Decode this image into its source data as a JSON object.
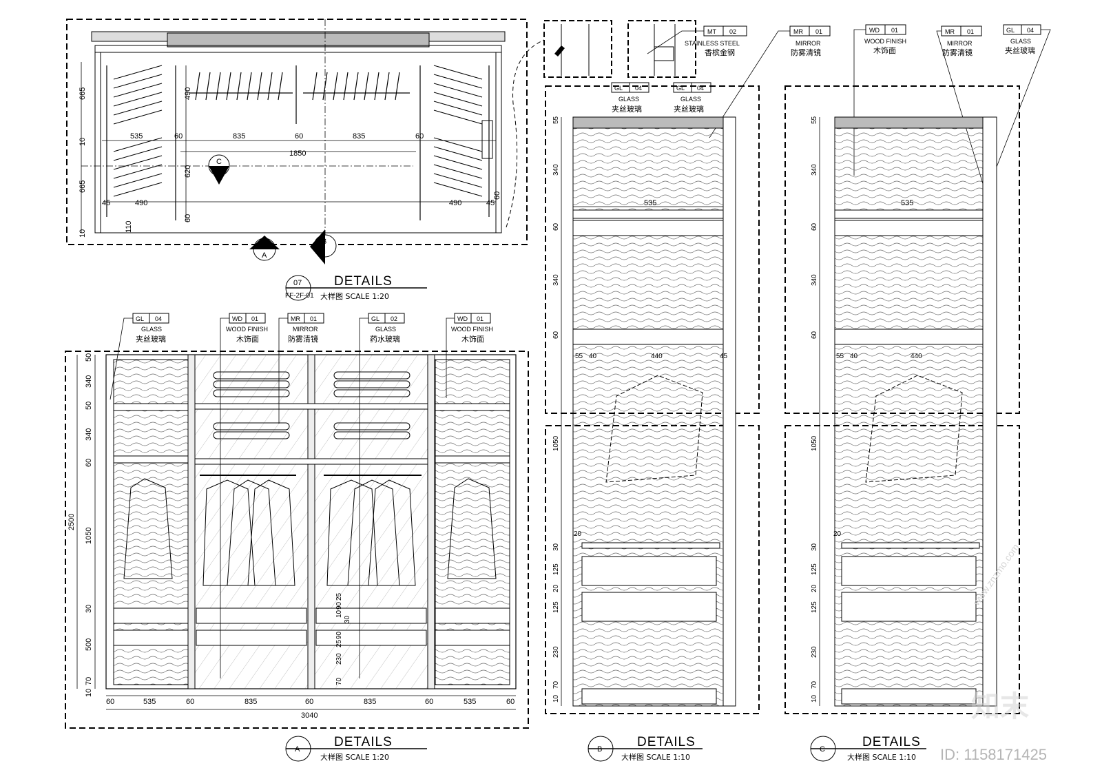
{
  "plan": {
    "dims": {
      "d665a": "665",
      "d10a": "10",
      "d665b": "665",
      "d10b": "10",
      "d490": "490",
      "d620": "620",
      "d60v": "60",
      "d535": "535",
      "d60a": "60",
      "d835a": "835",
      "d60b": "60",
      "d835b": "835",
      "d60c": "60",
      "d1850": "1850",
      "d45a": "45",
      "d490a": "490",
      "d490b": "490",
      "d45b": "45",
      "d110": "110",
      "d60r": "60"
    },
    "markers": {
      "A": "A",
      "B": "B",
      "C": "C"
    },
    "label": {
      "num": "07",
      "sheet": "FF-2F-01",
      "title": "DETAILS",
      "sub": "大样图  SCALE  1:20"
    }
  },
  "tags_top": [
    {
      "code": "MT",
      "no": "02",
      "en": "STAINLESS STEEL",
      "cn": "香槟金钢"
    },
    {
      "code": "MR",
      "no": "01",
      "en": "MIRROR",
      "cn": "防雾清镜"
    },
    {
      "code": "WD",
      "no": "01",
      "en": "WOOD FINISH",
      "cn": "木饰面"
    },
    {
      "code": "MR",
      "no": "01",
      "en": "MIRROR",
      "cn": "防雾清镜"
    },
    {
      "code": "GL",
      "no": "04",
      "en": "GLASS",
      "cn": "夹丝玻璃"
    }
  ],
  "tags_glass": [
    {
      "code": "GL",
      "no": "04",
      "en": "GLASS",
      "cn": "夹丝玻璃"
    },
    {
      "code": "GL",
      "no": "04",
      "en": "GLASS",
      "cn": "夹丝玻璃"
    }
  ],
  "section_a": {
    "tags": [
      {
        "code": "GL",
        "no": "04",
        "en": "GLASS",
        "cn": "夹丝玻璃"
      },
      {
        "code": "WD",
        "no": "01",
        "en": "WOOD FINISH",
        "cn": "木饰面"
      },
      {
        "code": "MR",
        "no": "01",
        "en": "MIRROR",
        "cn": "防雾清镜"
      },
      {
        "code": "GL",
        "no": "02",
        "en": "GLASS",
        "cn": "药水玻璃"
      },
      {
        "code": "WD",
        "no": "01",
        "en": "WOOD FINISH",
        "cn": "木饰面"
      }
    ],
    "vdims": [
      "50",
      "340",
      "50",
      "340",
      "60",
      "1050",
      "30",
      "500",
      "70",
      "10"
    ],
    "total_h": "2500",
    "hdims": [
      "60",
      "535",
      "60",
      "835",
      "60",
      "835",
      "60",
      "535",
      "60"
    ],
    "total_w": "3040",
    "inner": [
      "10",
      "90",
      "25",
      "30",
      "90",
      "25",
      "230",
      "70"
    ],
    "label": {
      "mark": "A",
      "title": "DETAILS",
      "sub": "大样图  SCALE  1:20"
    }
  },
  "section_b": {
    "vdims": [
      "55",
      "340",
      "60",
      "340",
      "60",
      "1050",
      "20",
      "30",
      "125",
      "20",
      "125",
      "230",
      "70",
      "10"
    ],
    "w": "535",
    "small": [
      "55",
      "40",
      "440",
      "45"
    ],
    "label": {
      "mark": "B",
      "title": "DETAILS",
      "sub": "大样图  SCALE  1:10"
    }
  },
  "section_c": {
    "vdims": [
      "55",
      "340",
      "60",
      "340",
      "60",
      "1050",
      "20",
      "30",
      "125",
      "20",
      "125",
      "230",
      "70",
      "10"
    ],
    "w": "535",
    "small": [
      "55",
      "40",
      "440"
    ],
    "label": {
      "mark": "C",
      "title": "DETAILS",
      "sub": "大样图  SCALE  1:10"
    }
  },
  "watermark": {
    "logo": "知末",
    "id": "ID: 1158171425",
    "site": "www.znzmo.com"
  }
}
